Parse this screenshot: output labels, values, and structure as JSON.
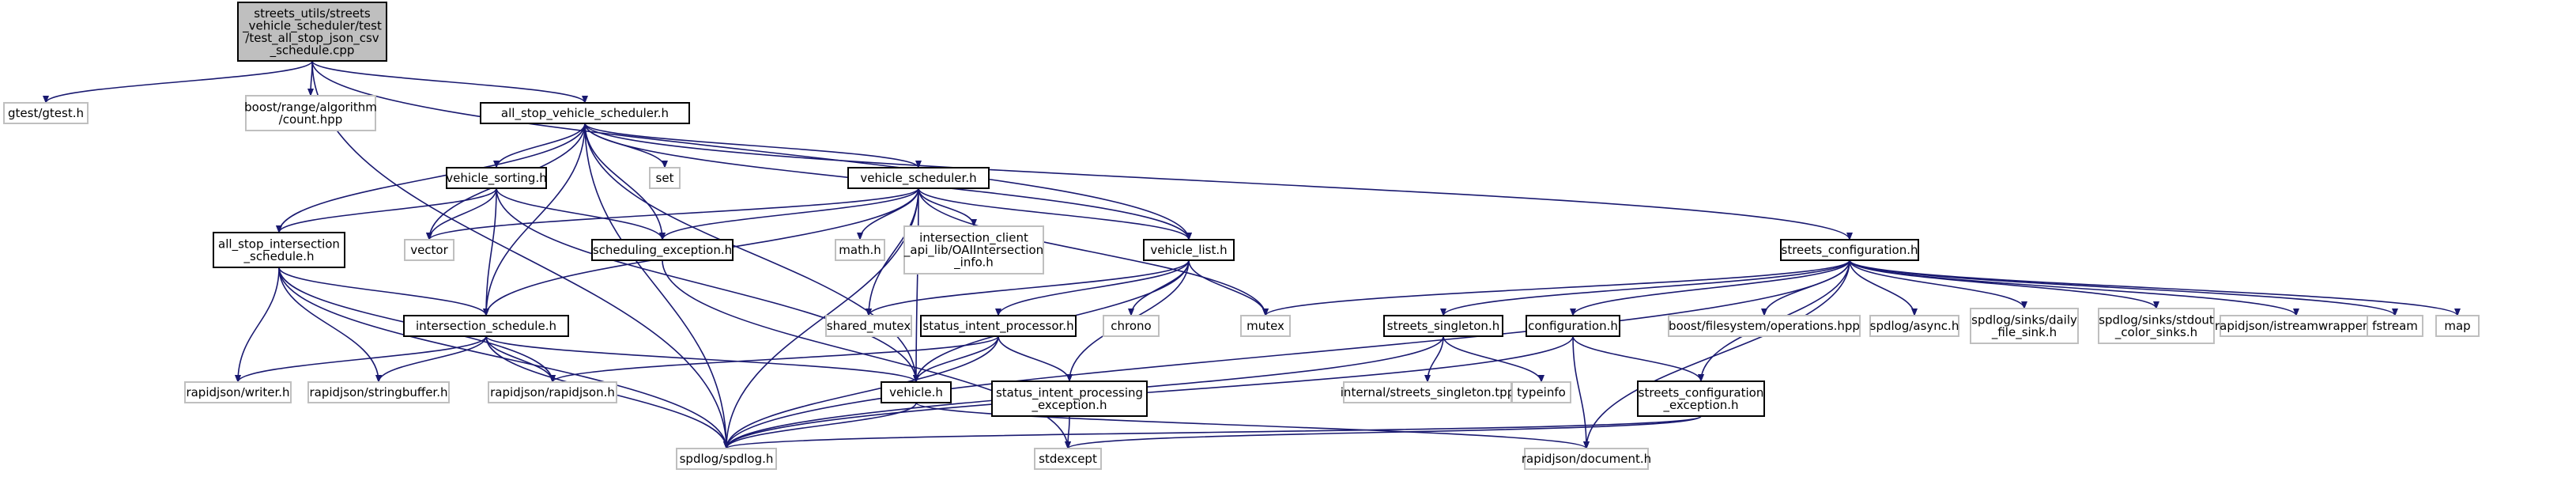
{
  "title": "",
  "colors": {
    "root_fill": "#bfbfbf",
    "root_stroke": "#000000",
    "header_fill": "#ffffff",
    "header_stroke": "#000000",
    "system_stroke": "#bfbfbf",
    "edge": "#191970"
  },
  "nodes": [
    {
      "id": "root",
      "kind": "root",
      "lines": [
        "streets_utils/streets",
        "_vehicle_scheduler/test",
        "/test_all_stop_json_csv",
        "_schedule.cpp"
      ]
    },
    {
      "id": "gtest",
      "kind": "system",
      "lines": [
        "gtest/gtest.h"
      ]
    },
    {
      "id": "boost_count",
      "kind": "system",
      "lines": [
        "boost/range/algorithm",
        "/count.hpp"
      ]
    },
    {
      "id": "asvs",
      "kind": "header",
      "lines": [
        "all_stop_vehicle_scheduler.h"
      ]
    },
    {
      "id": "vsort",
      "kind": "header",
      "lines": [
        "vehicle_sorting.h"
      ]
    },
    {
      "id": "set",
      "kind": "system",
      "lines": [
        "set"
      ]
    },
    {
      "id": "vsched",
      "kind": "header",
      "lines": [
        "vehicle_scheduler.h"
      ]
    },
    {
      "id": "sconf",
      "kind": "header",
      "lines": [
        "streets_configuration.h"
      ]
    },
    {
      "id": "asis",
      "kind": "header",
      "lines": [
        "all_stop_intersection",
        "_schedule.h"
      ]
    },
    {
      "id": "vector",
      "kind": "system",
      "lines": [
        "vector"
      ]
    },
    {
      "id": "schexc",
      "kind": "header",
      "lines": [
        "scheduling_exception.h"
      ]
    },
    {
      "id": "math",
      "kind": "system",
      "lines": [
        "math.h"
      ]
    },
    {
      "id": "oai",
      "kind": "system",
      "lines": [
        "intersection_client",
        "_api_lib/OAIIntersection",
        "_info.h"
      ]
    },
    {
      "id": "vlist",
      "kind": "header",
      "lines": [
        "vehicle_list.h"
      ]
    },
    {
      "id": "isched",
      "kind": "header",
      "lines": [
        "intersection_schedule.h"
      ]
    },
    {
      "id": "smutex",
      "kind": "system",
      "lines": [
        "shared_mutex"
      ]
    },
    {
      "id": "sip",
      "kind": "header",
      "lines": [
        "status_intent_processor.h"
      ]
    },
    {
      "id": "chrono",
      "kind": "system",
      "lines": [
        "chrono"
      ]
    },
    {
      "id": "mutex",
      "kind": "system",
      "lines": [
        "mutex"
      ]
    },
    {
      "id": "ssing",
      "kind": "header",
      "lines": [
        "streets_singleton.h"
      ]
    },
    {
      "id": "conf",
      "kind": "header",
      "lines": [
        "configuration.h"
      ]
    },
    {
      "id": "bfs",
      "kind": "system",
      "lines": [
        "boost/filesystem/operations.hpp"
      ]
    },
    {
      "id": "async",
      "kind": "system",
      "lines": [
        "spdlog/async.h"
      ]
    },
    {
      "id": "dfsink",
      "kind": "system",
      "lines": [
        "spdlog/sinks/daily",
        "_file_sink.h"
      ]
    },
    {
      "id": "stdout",
      "kind": "system",
      "lines": [
        "spdlog/sinks/stdout",
        "_color_sinks.h"
      ]
    },
    {
      "id": "isw",
      "kind": "system",
      "lines": [
        "rapidjson/istreamwrapper.h"
      ]
    },
    {
      "id": "fstream",
      "kind": "system",
      "lines": [
        "fstream"
      ]
    },
    {
      "id": "map",
      "kind": "system",
      "lines": [
        "map"
      ]
    },
    {
      "id": "writer",
      "kind": "system",
      "lines": [
        "rapidjson/writer.h"
      ]
    },
    {
      "id": "sbuf",
      "kind": "system",
      "lines": [
        "rapidjson/stringbuffer.h"
      ]
    },
    {
      "id": "rjson",
      "kind": "system",
      "lines": [
        "rapidjson/rapidjson.h"
      ]
    },
    {
      "id": "vehicle",
      "kind": "header",
      "lines": [
        "vehicle.h"
      ]
    },
    {
      "id": "sipexc",
      "kind": "header",
      "lines": [
        "status_intent_processing",
        "_exception.h"
      ]
    },
    {
      "id": "intsing",
      "kind": "system",
      "lines": [
        "internal/streets_singleton.tpp"
      ]
    },
    {
      "id": "typeinfo",
      "kind": "system",
      "lines": [
        "typeinfo"
      ]
    },
    {
      "id": "scexc",
      "kind": "header",
      "lines": [
        "streets_configuration",
        "_exception.h"
      ]
    },
    {
      "id": "spdlog",
      "kind": "system",
      "lines": [
        "spdlog/spdlog.h"
      ]
    },
    {
      "id": "stdexcept",
      "kind": "system",
      "lines": [
        "stdexcept"
      ]
    },
    {
      "id": "rdoc",
      "kind": "system",
      "lines": [
        "rapidjson/document.h"
      ]
    }
  ],
  "edges": [
    [
      "root",
      "gtest"
    ],
    [
      "root",
      "boost_count"
    ],
    [
      "root",
      "asvs"
    ],
    [
      "root",
      "spdlog"
    ],
    [
      "root",
      "vlist"
    ],
    [
      "asvs",
      "vsort"
    ],
    [
      "asvs",
      "set"
    ],
    [
      "asvs",
      "vsched"
    ],
    [
      "asvs",
      "sconf"
    ],
    [
      "asvs",
      "asis"
    ],
    [
      "asvs",
      "vector"
    ],
    [
      "asvs",
      "schexc"
    ],
    [
      "asvs",
      "isched"
    ],
    [
      "asvs",
      "vlist"
    ],
    [
      "asvs",
      "spdlog"
    ],
    [
      "asvs",
      "vehicle"
    ],
    [
      "vsort",
      "asis"
    ],
    [
      "vsort",
      "vector"
    ],
    [
      "vsort",
      "schexc"
    ],
    [
      "vsort",
      "isched"
    ],
    [
      "vsort",
      "vehicle"
    ],
    [
      "vsched",
      "schexc"
    ],
    [
      "vsched",
      "math"
    ],
    [
      "vsched",
      "oai"
    ],
    [
      "vsched",
      "vlist"
    ],
    [
      "vsched",
      "isched"
    ],
    [
      "vsched",
      "mutex"
    ],
    [
      "vsched",
      "smutex"
    ],
    [
      "vsched",
      "vehicle"
    ],
    [
      "vsched",
      "spdlog"
    ],
    [
      "vsched",
      "vector"
    ],
    [
      "asis",
      "isched"
    ],
    [
      "asis",
      "writer"
    ],
    [
      "asis",
      "sbuf"
    ],
    [
      "asis",
      "rjson"
    ],
    [
      "asis",
      "spdlog"
    ],
    [
      "schexc",
      "stdexcept"
    ],
    [
      "vlist",
      "smutex"
    ],
    [
      "vlist",
      "sip"
    ],
    [
      "vlist",
      "chrono"
    ],
    [
      "vlist",
      "mutex"
    ],
    [
      "vlist",
      "vehicle"
    ],
    [
      "vlist",
      "sipexc"
    ],
    [
      "isched",
      "writer"
    ],
    [
      "isched",
      "sbuf"
    ],
    [
      "isched",
      "rjson"
    ],
    [
      "isched",
      "vehicle"
    ],
    [
      "isched",
      "spdlog"
    ],
    [
      "sip",
      "rjson"
    ],
    [
      "sip",
      "vehicle"
    ],
    [
      "sip",
      "sipexc"
    ],
    [
      "sip",
      "spdlog"
    ],
    [
      "vehicle",
      "spdlog"
    ],
    [
      "vehicle",
      "rdoc"
    ],
    [
      "sipexc",
      "stdexcept"
    ],
    [
      "sconf",
      "mutex"
    ],
    [
      "sconf",
      "ssing"
    ],
    [
      "sconf",
      "conf"
    ],
    [
      "sconf",
      "bfs"
    ],
    [
      "sconf",
      "async"
    ],
    [
      "sconf",
      "dfsink"
    ],
    [
      "sconf",
      "stdout"
    ],
    [
      "sconf",
      "isw"
    ],
    [
      "sconf",
      "fstream"
    ],
    [
      "sconf",
      "map"
    ],
    [
      "sconf",
      "scexc"
    ],
    [
      "sconf",
      "rdoc"
    ],
    [
      "sconf",
      "spdlog"
    ],
    [
      "ssing",
      "intsing"
    ],
    [
      "ssing",
      "typeinfo"
    ],
    [
      "ssing",
      "spdlog"
    ],
    [
      "conf",
      "scexc"
    ],
    [
      "conf",
      "rdoc"
    ],
    [
      "conf",
      "spdlog"
    ],
    [
      "scexc",
      "stdexcept"
    ],
    [
      "scexc",
      "spdlog"
    ]
  ]
}
